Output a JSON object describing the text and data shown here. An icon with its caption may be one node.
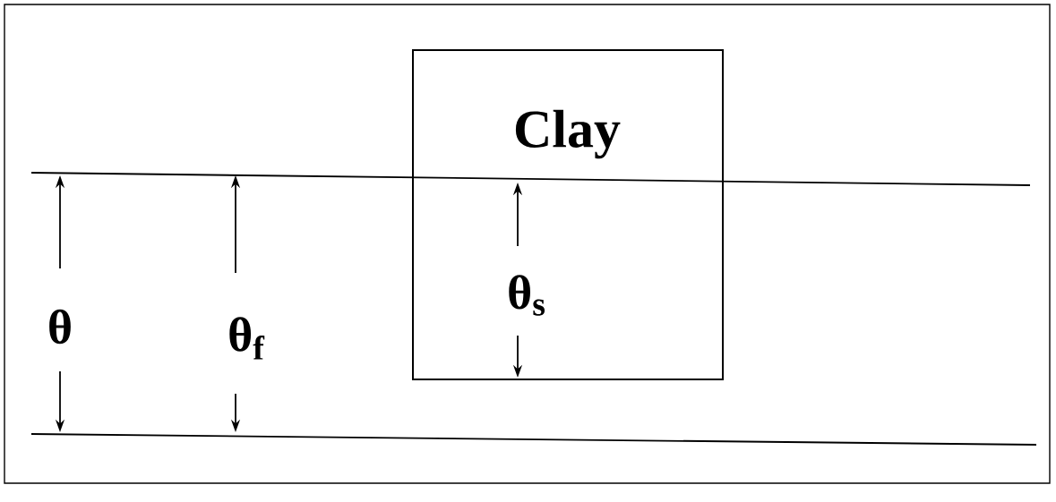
{
  "diagram": {
    "nodes": [
      {
        "text": [
          "Clay"
        ]
      }
    ],
    "labels": [
      "θ",
      "θ$_{f}$",
      "θ$_{s}$"
    ]
  }
}
